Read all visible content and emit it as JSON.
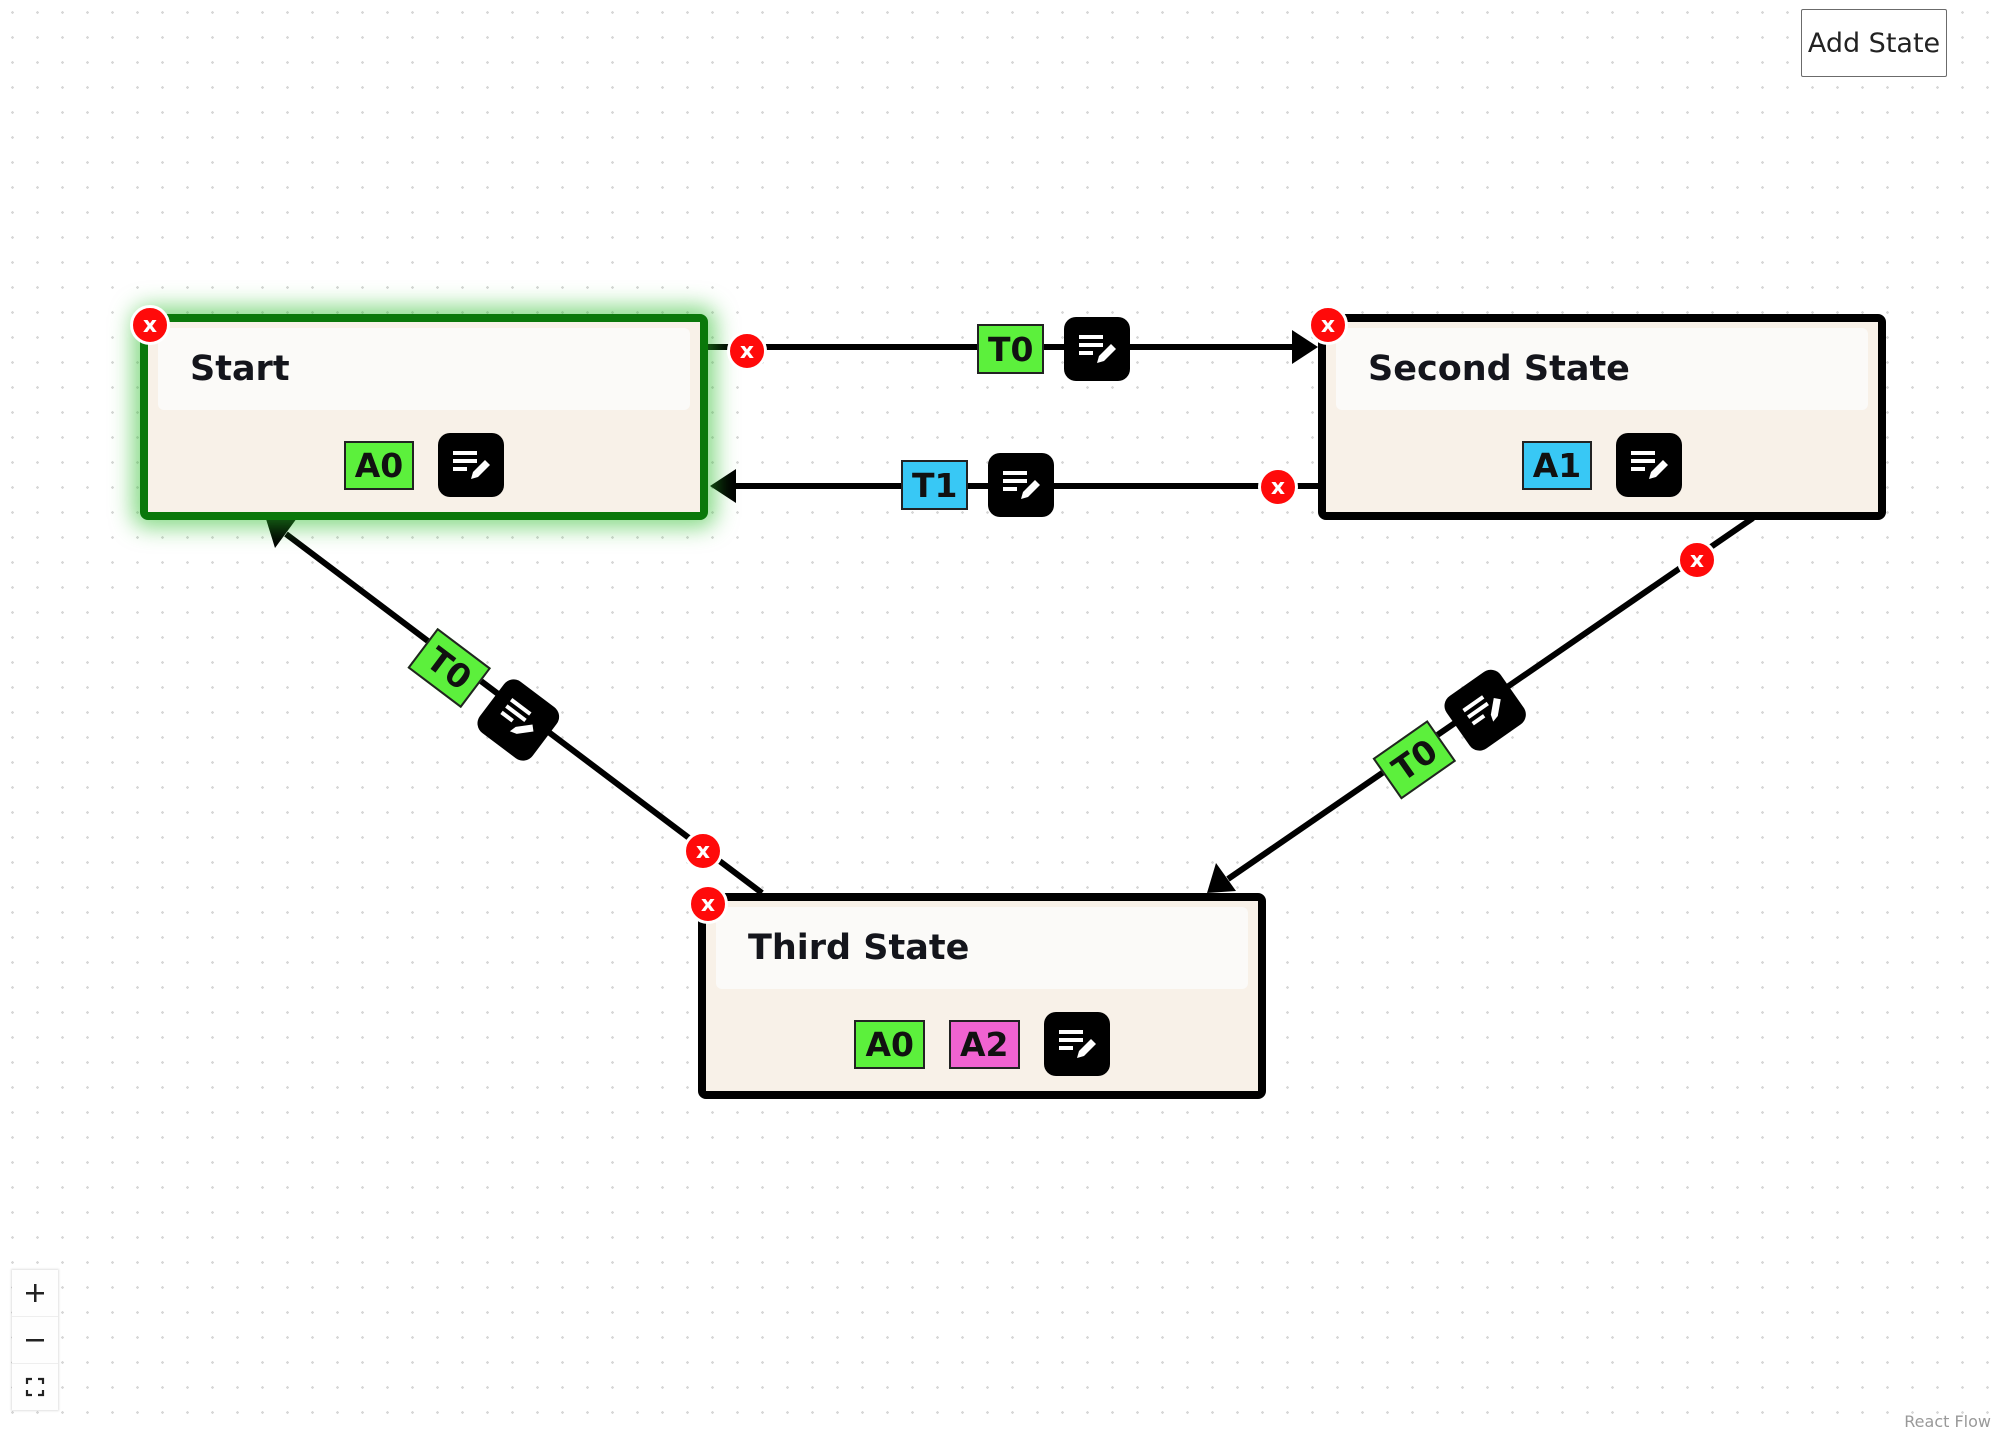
{
  "toolbar": {
    "add_state_label": "Add State"
  },
  "nodes": {
    "start": {
      "title": "Start",
      "actions": [
        {
          "label": "A0",
          "color": "#5cf03c"
        }
      ]
    },
    "second": {
      "title": "Second State",
      "actions": [
        {
          "label": "A1",
          "color": "#38c8f5"
        }
      ]
    },
    "third": {
      "title": "Third State",
      "actions": [
        {
          "label": "A0",
          "color": "#5cf03c"
        },
        {
          "label": "A2",
          "color": "#f063d1"
        }
      ]
    }
  },
  "edges": [
    {
      "from": "Start",
      "to": "Second State",
      "label": "T0",
      "color": "#5cf03c"
    },
    {
      "from": "Second State",
      "to": "Start",
      "label": "T1",
      "color": "#38c8f5"
    },
    {
      "from": "Third State",
      "to": "Start",
      "label": "T0",
      "color": "#5cf03c"
    },
    {
      "from": "Second State",
      "to": "Third State",
      "label": "T0",
      "color": "#5cf03c"
    }
  ],
  "delete_glyph": "x",
  "controls": {
    "zoom_in": "+",
    "zoom_out": "−"
  },
  "attribution": "React Flow"
}
